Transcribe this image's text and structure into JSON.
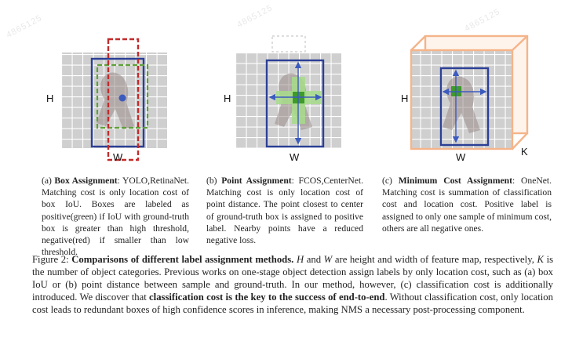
{
  "watermark": "4865125",
  "panels": [
    {
      "h_label": "H",
      "w_label": "W",
      "caption_prefix": "(a) ",
      "caption_bold": "Box Assignment",
      "caption_rest": ": YOLO,RetinaNet. Matching cost is only location cost of box IoU. Boxes are labeled as positive(green) if IoU with ground-truth box is greater than high threshold, negative(red) if smaller than low threshold."
    },
    {
      "h_label": "H",
      "w_label": "W",
      "caption_prefix": "(b) ",
      "caption_bold": "Point Assignment",
      "caption_rest": ": FCOS,CenterNet. Matching cost is only location cost of point distance. The point closest to center of ground-truth box is assigned to positive label. Nearby points have a reduced negative loss."
    },
    {
      "h_label": "H",
      "w_label": "W",
      "k_label": "K",
      "caption_prefix": "(c) ",
      "caption_bold": "Minimum Cost Assignment",
      "caption_rest": ": OneNet. Matching cost is summation of classification cost and location cost. Positive label is assigned to only one sample of minimum cost, others are all negative ones."
    }
  ],
  "caption": {
    "fig_label": "Figure 2: ",
    "title_bold": "Comparisons of different label assignment methods.",
    "seg1": " ",
    "H": "H",
    "seg2": " and ",
    "W": "W",
    "seg3": " are height and width of feature map, respectively, ",
    "K": "K",
    "seg4": " is the number of object categories. Previous works on one-stage object detection assign labels by only location cost, such as (a) box IoU or (b) point distance between sample and ground-truth. In our method, however, (c) classification cost is additionally introduced. We discover that ",
    "bold2": "classification cost is the key to the success of end-to-end",
    "seg5": ". Without classification cost, only location cost leads to redundant boxes of high confidence scores in inference, making NMS a necessary post-processing component."
  }
}
